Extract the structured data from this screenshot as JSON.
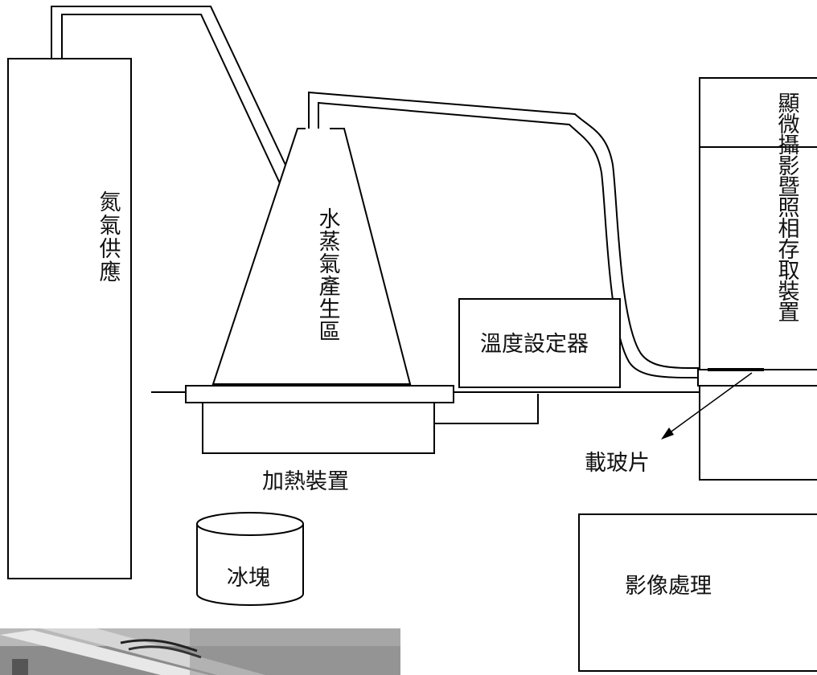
{
  "labels": {
    "nitrogen_supply": "氮氣供應",
    "steam_generation_zone": "水蒸氣產生區",
    "temperature_controller": "溫度設定器",
    "heating_device": "加熱裝置",
    "ice_block": "冰塊",
    "microscope_camera": "顯微攝影暨照相存取裝置",
    "slide": "載玻片",
    "image_processing": "影像處理"
  }
}
